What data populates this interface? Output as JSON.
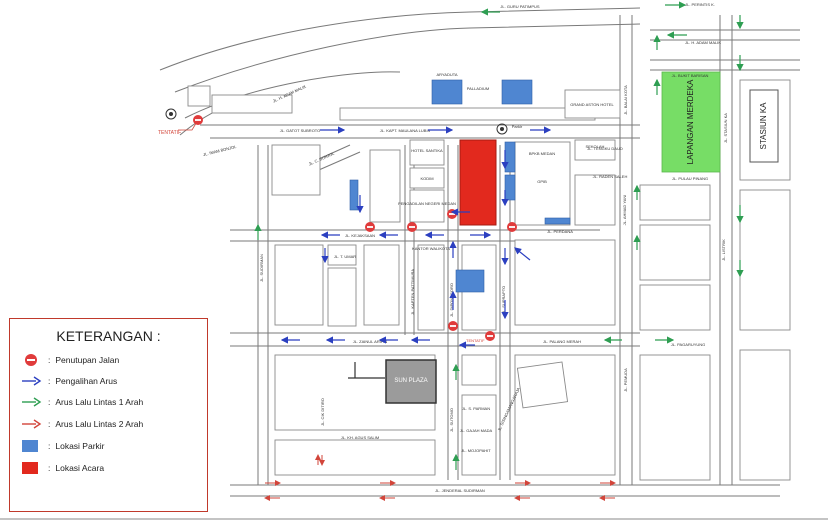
{
  "streets": {
    "guru_patimpus": "JL. GURU PATIMPUS",
    "perintis_kemerdekaan": "JL. PERINTIS K.",
    "h_adam_malik": "JL. H. ADAM MALIK",
    "gatot_subroto": "JL. GATOT SUBROTO",
    "kapt_maulana_lubis": "JL. KAPT. MAULANA LUBIS",
    "c_bonjol": "JL. C. BONJOL",
    "kejaksaan": "JL. KEJAKSAAN",
    "perdana": "JL. PERDANA",
    "zainul_arifin": "JL. ZAINUL ARIFIN",
    "pagaruyung": "JL. PAGARUYUNG",
    "palang_merah": "JL. PALANG MERAH",
    "kh_agus_salim": "JL. KH. AGUS SALIM",
    "jenderal_sudirman": "JL. JENDERAL SUDIRMAN",
    "diponegoro": "JL. DIPONEGORO",
    "raden_saleh": "JL. RADEN SALEH",
    "bukit_barisan": "JL. BUKIT BARISAN",
    "balai_kota": "JL. BALAI KOTA",
    "stasiun_ka": "JL. STASIUN KA",
    "pulau_pinang": "JL. PULAU PINANG",
    "imam_bonjol": "JL. IMAM BONJOL",
    "sudirman_2": "JL. SUDIRMAN",
    "ahmad_yani": "JL. AHMAD YANI",
    "pemuda": "JL. PEMUDA",
    "listrik": "JL. LISTRIK",
    "kapten_pattimura": "JL. KAPTEN PATTIMURA",
    "suprapto": "JL. SUPRAPTO",
    "cik_ditiro": "JL. CIK DITIRO",
    "sutomo": "JL. SUTOMO",
    "t_umar": "JL. T. UMAR",
    "s_parman": "JL. S. PARMAN",
    "gajah_mada": "JL. GAJAH MADA",
    "mojopahit": "JL. MOJOPAHIT",
    "sisingamangaraja": "JL. SISINGAMANGARAJA",
    "tengku_daud": "JL. TENGKU DAUD"
  },
  "buildings": {
    "lapangan_merdeka": "LAPANGAN MERDEKA",
    "stasiun_ka": "STASIUN KA",
    "sun_plaza": "SUN PLAZA",
    "hotel_santika": "HOTEL SANTIKA",
    "kodim": "KODIM",
    "pengadilan_negeri": "PENGADILAN NEGERI MEDAN",
    "grand_aston": "GRAND ASTON HOTEL",
    "bpkb": "BPKB MEDAN",
    "gpib": "GPIB",
    "kantor_walikota": "KANTOR WALIKOTA",
    "palladium": "PALLADIUM",
    "aryaduta": "ARYADUTA",
    "sekolah": "SEKOLAH",
    "parkir": "Parkir"
  },
  "labels": {
    "tentative": "TENTATIF"
  },
  "legend": {
    "title": "KETERANGAN :",
    "items": [
      {
        "label": "Penutupan Jalan",
        "symbol": "no-entry-icon",
        "color": "#e03b3b"
      },
      {
        "label": "Pengalihan Arus",
        "symbol": "blue-arrow-icon",
        "color": "#2b3fc0"
      },
      {
        "label": "Arus Lalu Lintas 1 Arah",
        "symbol": "green-arrow-icon",
        "color": "#2e9e52"
      },
      {
        "label": "Arus Lalu Lintas 2 Arah",
        "symbol": "red-arrow-icon",
        "color": "#d2453a"
      },
      {
        "label": "Lokasi Parkir",
        "symbol": "parking-swatch",
        "color": "#4f86d1"
      },
      {
        "label": "Lokasi Acara",
        "symbol": "event-swatch",
        "color": "#e2291e"
      }
    ]
  },
  "colors": {
    "road_line": "#777777",
    "closure": "#e03b3b",
    "diversion": "#2b3fc0",
    "one_way": "#2e9e52",
    "two_way": "#d2453a",
    "parking": "#4f86d1",
    "event": "#e2291e",
    "park": "#77dd66",
    "mall": "#9b9b9b"
  }
}
